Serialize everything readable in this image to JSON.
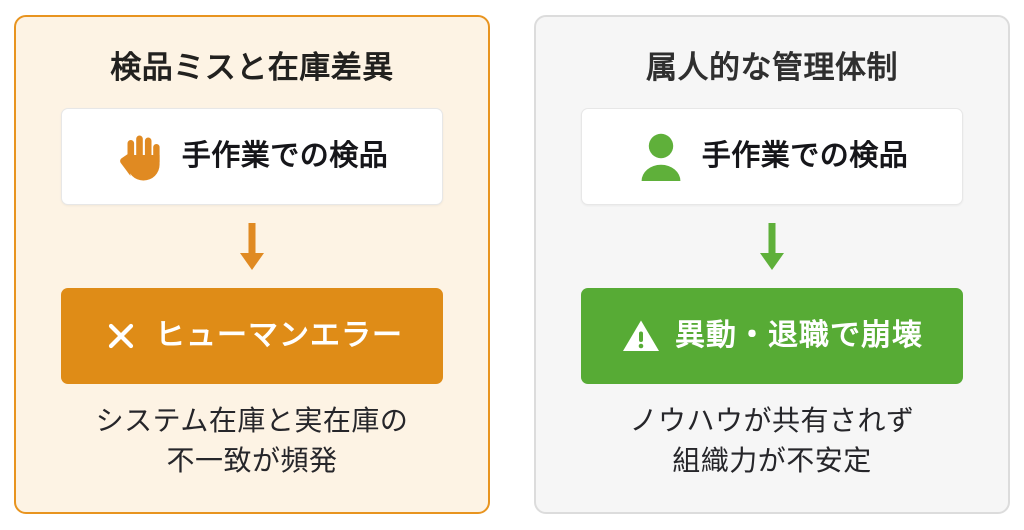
{
  "panels": [
    {
      "id": "inspection-error-panel",
      "accent_color": "#df8c17",
      "background_color": "#fdf3e4",
      "border_color": "#e8941f",
      "title": "検品ミスと在庫差異",
      "card": {
        "icon_name": "raised-hand-icon",
        "icon_color": "#e08a22",
        "label": "手作業での検品"
      },
      "arrow": {
        "icon_name": "arrow-down-icon",
        "color": "#e08a22"
      },
      "badge": {
        "icon_name": "cross-mark-icon",
        "label": "ヒューマンエラー",
        "background_color": "#df8c17",
        "text_color": "#ffffff"
      },
      "caption_lines": [
        "システム在庫と実在庫の",
        "不一致が頻発"
      ]
    },
    {
      "id": "personal-dependency-panel",
      "accent_color": "#57ab35",
      "background_color": "#f6f6f6",
      "border_color": "#dcdcdc",
      "title": "属人的な管理体制",
      "card": {
        "icon_name": "person-icon",
        "icon_color": "#5fb03a",
        "label": "手作業での検品"
      },
      "arrow": {
        "icon_name": "arrow-down-icon",
        "color": "#5fb03a"
      },
      "badge": {
        "icon_name": "warning-triangle-icon",
        "label": "異動・退職で崩壊",
        "background_color": "#57ab35",
        "text_color": "#ffffff"
      },
      "caption_lines": [
        "ノウハウが共有されず",
        "組織力が不安定"
      ]
    }
  ]
}
